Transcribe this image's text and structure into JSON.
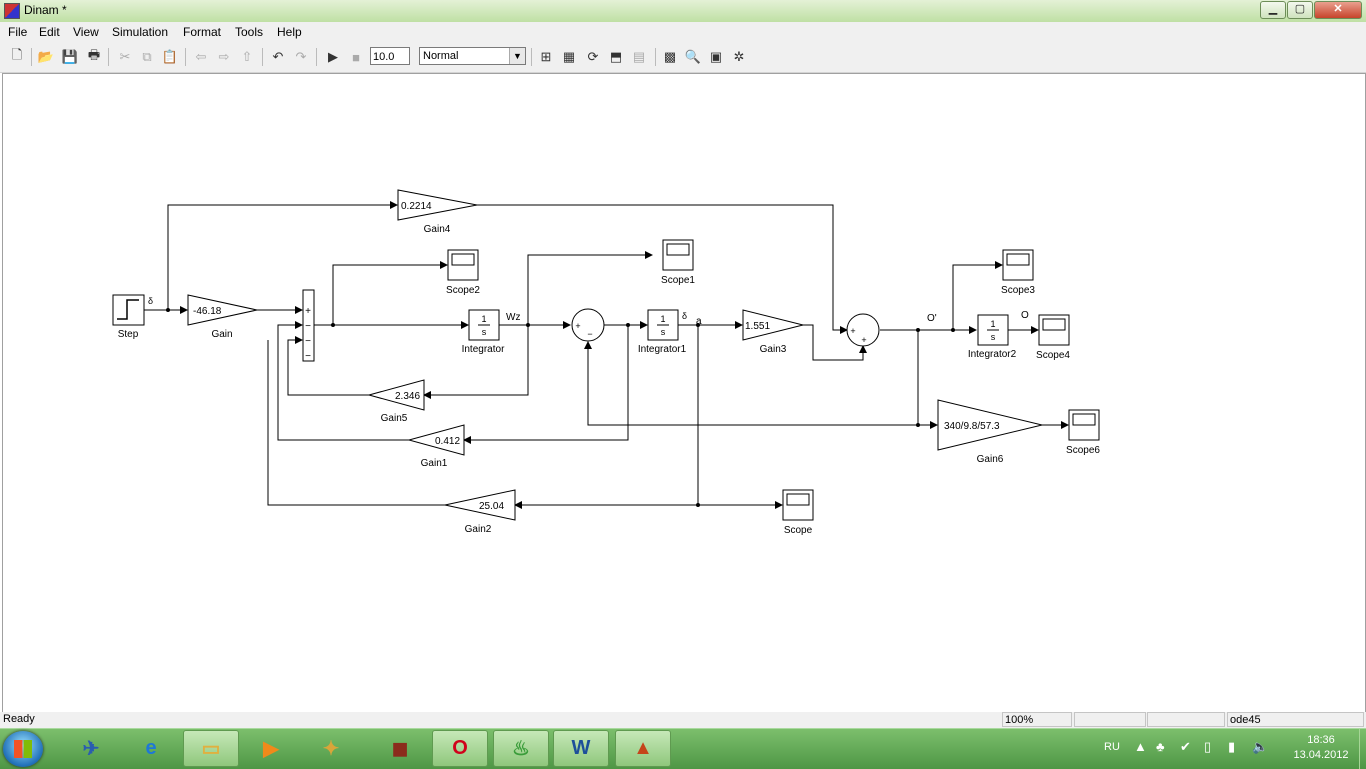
{
  "window": {
    "title": "Dinam *",
    "min": "▁",
    "max": "▢",
    "close": "✕"
  },
  "menu": [
    "File",
    "Edit",
    "View",
    "Simulation",
    "Format",
    "Tools",
    "Help"
  ],
  "toolbar": {
    "stop_time": "10.0",
    "sim_mode": "Normal"
  },
  "blocks": {
    "step": "Step",
    "gain": "Gain",
    "gain_value": "-46.18",
    "gain1": "Gain1",
    "gain1_value": "0.412",
    "gain2": "Gain2",
    "gain2_value": "25.04",
    "gain3": "Gain3",
    "gain3_value": "1.551",
    "gain4": "Gain4",
    "gain4_value": "0.2214",
    "gain5": "Gain5",
    "gain5_value": "2.346",
    "gain6": "Gain6",
    "gain6_value": "340/9.8/57.3",
    "integrator": "Integrator",
    "integrator1": "Integrator1",
    "integrator2": "Integrator2",
    "int_num": "1",
    "int_den": "s",
    "scope": "Scope",
    "scope1": "Scope1",
    "scope2": "Scope2",
    "scope3": "Scope3",
    "scope4": "Scope4",
    "scope6": "Scope6"
  },
  "signals": {
    "wz": "Wz",
    "a": "a",
    "o_prime": "O'",
    "o": "O",
    "delta": "δ"
  },
  "signs": {
    "plus": "+",
    "minus": "−"
  },
  "status": {
    "ready": "Ready",
    "zoom": "100%",
    "solver": "ode45"
  },
  "tray": {
    "lang": "RU",
    "time": "18:36",
    "date": "13.04.2012"
  }
}
